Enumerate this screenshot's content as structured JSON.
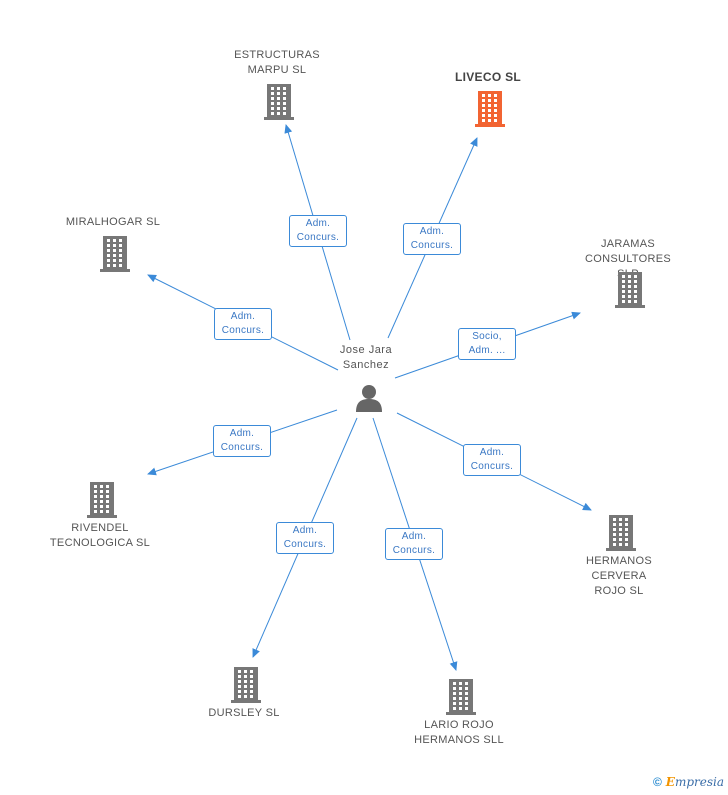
{
  "center": {
    "name": "Jose Jara\nSanchez"
  },
  "colors": {
    "building": "#777777",
    "highlight": "#f26432",
    "edge": "#3b8ad8"
  },
  "nodes": [
    {
      "label": "ESTRUCTURAS\nMARPU SL",
      "highlight": false,
      "edge_label": "Adm.\nConcurs."
    },
    {
      "label": "LIVECO SL",
      "highlight": true,
      "edge_label": "Adm.\nConcurs."
    },
    {
      "label": "MIRALHOGAR SL",
      "highlight": false,
      "edge_label": "Adm.\nConcurs."
    },
    {
      "label": "JARAMAS\nCONSULTORES SLP",
      "highlight": false,
      "edge_label": "Socio,\nAdm. ..."
    },
    {
      "label": "RIVENDEL\nTECNOLOGICA SL",
      "highlight": false,
      "edge_label": "Adm.\nConcurs."
    },
    {
      "label": "HERMANOS\nCERVERA\nROJO SL",
      "highlight": false,
      "edge_label": "Adm.\nConcurs."
    },
    {
      "label": "DURSLEY SL",
      "highlight": false,
      "edge_label": "Adm.\nConcurs."
    },
    {
      "label": "LARIO ROJO\nHERMANOS SLL",
      "highlight": false,
      "edge_label": "Adm.\nConcurs."
    }
  ],
  "footer": {
    "copyright": "©",
    "brand_first": "E",
    "brand_rest": "mpresia"
  }
}
